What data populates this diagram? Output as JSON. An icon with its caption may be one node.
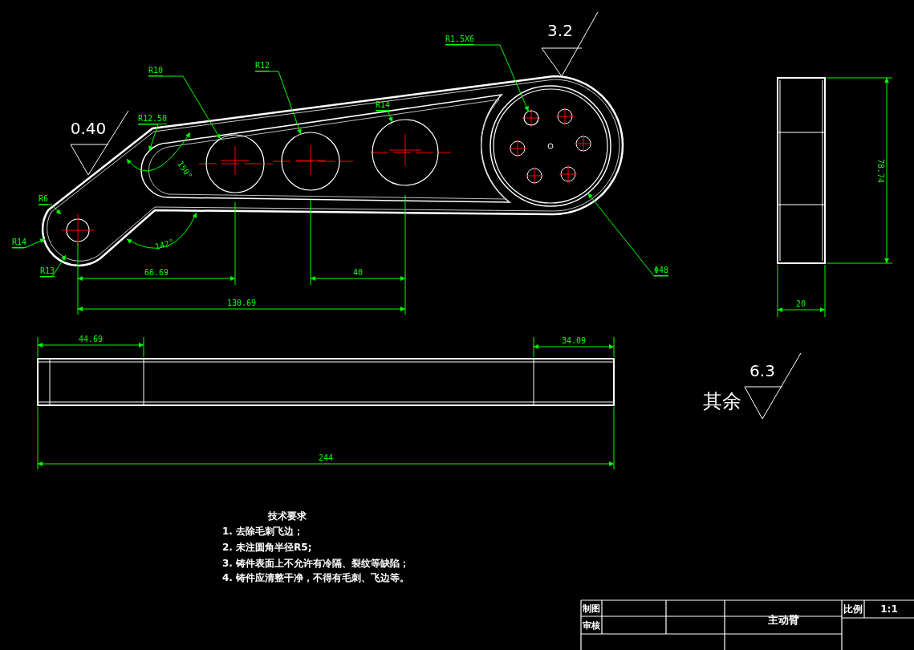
{
  "diagram": {
    "nodes": [
      {
        "text": [
          "R10"
        ]
      },
      {
        "text": [],
        "shape": "circle"
      },
      {
        "text": [
          "R12"
        ]
      },
      {
        "text": [],
        "shape": "circle"
      },
      {
        "text": [
          "R14"
        ]
      },
      {
        "text": [],
        "shape": "circle"
      },
      {
        "text": [
          "Φ48"
        ]
      },
      {
        "text": [],
        "shape": "circle"
      },
      {
        "text": [
          "R1.5X6"
        ]
      },
      {
        "text": [],
        "shape": "circle",
        "in": 7
      },
      {
        "text": [
          "R12.50"
        ]
      },
      {
        "text": [
          "R6"
        ]
      },
      {
        "text": [
          "R14"
        ]
      },
      {
        "text": [
          "R13"
        ]
      }
    ],
    "edges": [
      {
        "from": 0,
        "to": 1,
        "arrow": "to"
      },
      {
        "from": 2,
        "to": 3,
        "arrow": "to"
      },
      {
        "from": 4,
        "to": 5,
        "arrow": "to"
      },
      {
        "from": 6,
        "to": 7,
        "arrow": "to"
      },
      {
        "from": 8,
        "to": 9,
        "arrow": "to"
      },
      {
        "from": 10,
        "to": null,
        "arrow": "to"
      },
      {
        "from": 11,
        "to": null,
        "arrow": "to"
      },
      {
        "from": 12,
        "to": null,
        "arrow": "to"
      },
      {
        "from": 13,
        "to": null,
        "arrow": "to"
      }
    ],
    "labels": [
      "3.2",
      "0.40",
      "150°",
      "142°",
      "78.74",
      "66.69",
      "40",
      "130.69",
      "20",
      "44.69",
      "34.09",
      "6.3",
      "其余",
      "244",
      "技术要求",
      "1. 去除毛刺飞边；",
      "2. 未注圆角半径R5;",
      "3. 铸件表面上不允许有冷隔、裂纹等缺陷；",
      "4. 铸件应清整干净，不得有毛刺、飞边等。",
      "制图",
      "主动臂",
      "比例",
      "1:1",
      "审核"
    ]
  }
}
